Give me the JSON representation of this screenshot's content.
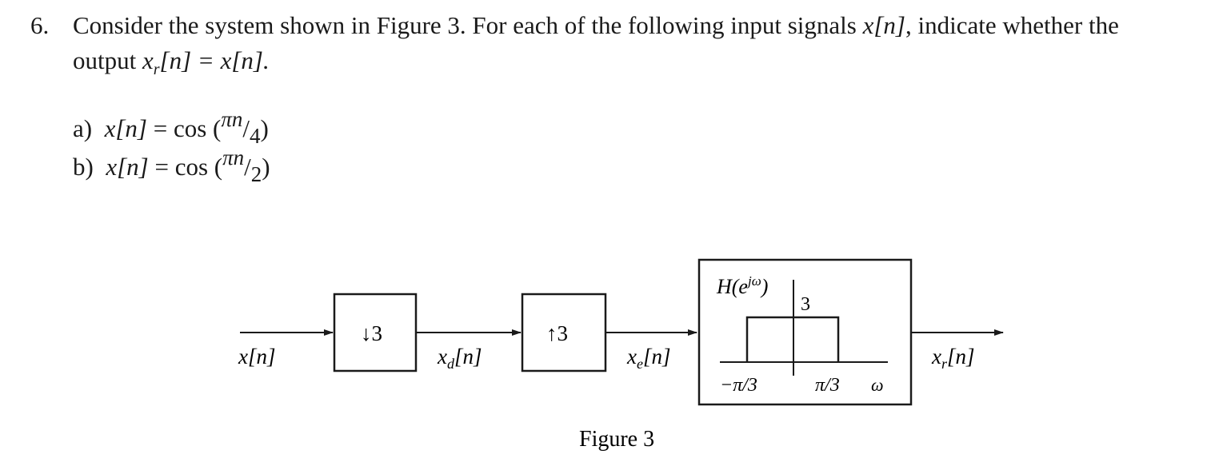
{
  "question": {
    "number": "6.",
    "line1_pre": "Consider the system shown in Figure 3. For each of the following input signals ",
    "line1_sig": "x[n]",
    "line1_post": ", indicate whether the",
    "line2_pre": "output ",
    "line2_x": "x",
    "line2_sub": "r",
    "line2_post": "[n] = x[n]."
  },
  "parts": [
    {
      "label": "a)",
      "lhs": "x[n]",
      "eq": " = cos (",
      "num": "πn",
      "slash": "/",
      "den": "4",
      "close": ")"
    },
    {
      "label": "b)",
      "lhs": "x[n]",
      "eq": " = cos (",
      "num": "πn",
      "slash": "/",
      "den": "2",
      "close": ")"
    }
  ],
  "figure": {
    "caption": "Figure 3",
    "input_label": "x[n]",
    "down_label": "↓3",
    "xd_x": "x",
    "xd_sub": "d",
    "xd_n": "[n]",
    "up_label": "↑3",
    "xe_x": "x",
    "xe_sub": "e",
    "xe_n": "[n]",
    "filter_title_H": "H(e",
    "filter_title_sup": "jω",
    "filter_title_close": ")",
    "filter_gain": "3",
    "filter_left": "−π/3",
    "filter_right": "π/3",
    "filter_omega": "ω",
    "out_x": "x",
    "out_sub": "r",
    "out_n": "[n]"
  }
}
